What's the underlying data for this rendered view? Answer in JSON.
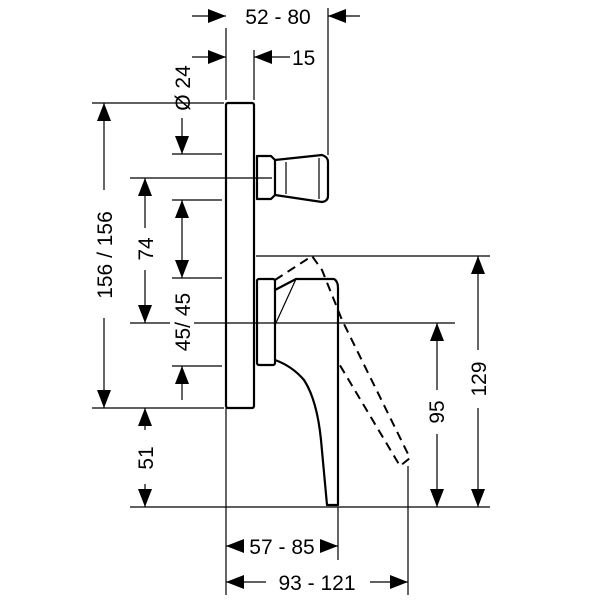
{
  "dimensions": {
    "body_offset_top": "52 - 80",
    "inlet_depth": "15",
    "diverter_diameter": "Ø 24",
    "total_height": "156 / 156",
    "inlet_spacing": "74",
    "lower_spacing": "45/ 45",
    "floor_clearance": "51",
    "lever_height_right": "129",
    "handle_height": "95",
    "lever_depth_lower": "57 - 85",
    "overall_depth": "93 - 121"
  }
}
